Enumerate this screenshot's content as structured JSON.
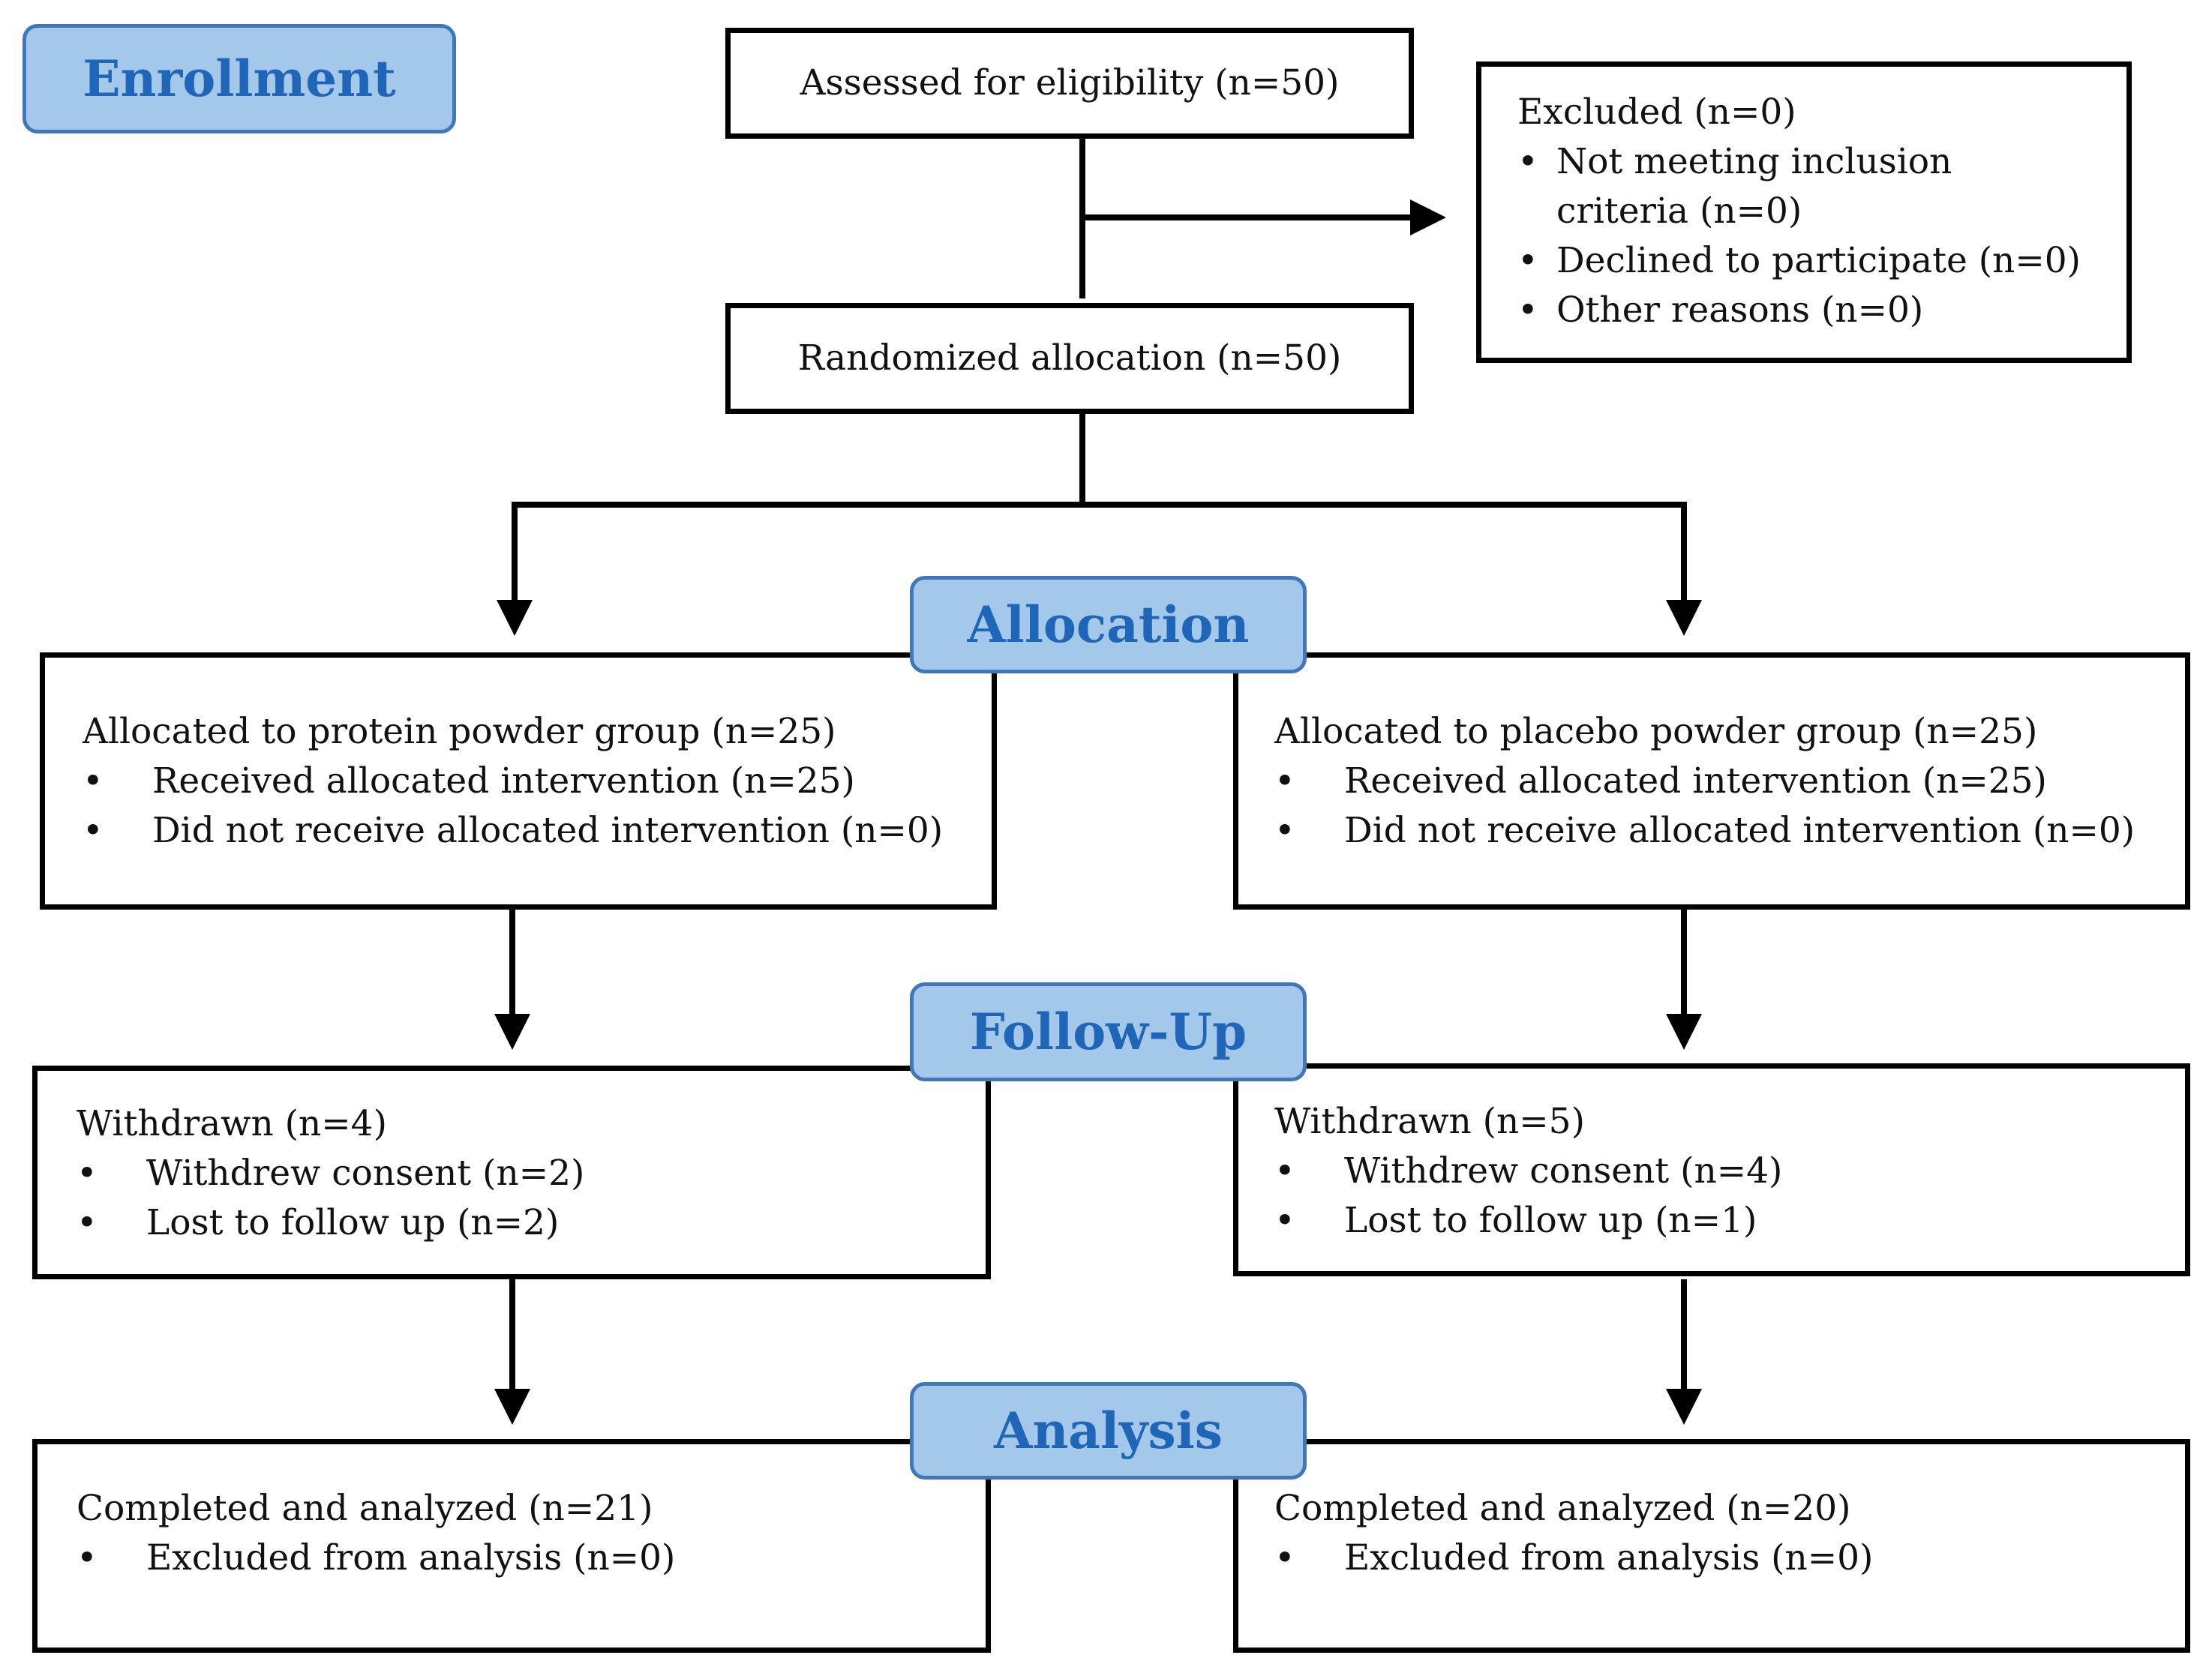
{
  "stages": {
    "enrollment": "Enrollment",
    "allocation": "Allocation",
    "follow_up": "Follow-Up",
    "analysis": "Analysis"
  },
  "assessed": "Assessed for eligibility (n=50)",
  "excluded": {
    "title": "Excluded (n=0)",
    "items": [
      "Not meeting inclusion",
      "criteria (n=0)",
      "Declined to participate (n=0)",
      "Other reasons (n=0)"
    ]
  },
  "randomized": "Randomized allocation (n=50)",
  "protein": {
    "allocated": "Allocated to protein powder group (n=25)",
    "received": "Received allocated intervention (n=25)",
    "not_received": "Did not receive allocated intervention (n=0)",
    "withdrawn": "Withdrawn (n=4)",
    "consent": "Withdrew consent (n=2)",
    "lost": "Lost to follow up (n=2)",
    "completed": "Completed and analyzed (n=21)",
    "excluded_analysis": "Excluded from analysis (n=0)"
  },
  "placebo": {
    "allocated": "Allocated to placebo powder group (n=25)",
    "received": "Received allocated intervention (n=25)",
    "not_received": "Did not receive allocated intervention (n=0)",
    "withdrawn": "Withdrawn (n=5)",
    "consent": "Withdrew consent (n=4)",
    "lost": "Lost to follow up (n=1)",
    "completed": "Completed and analyzed (n=20)",
    "excluded_analysis": "Excluded from analysis (n=0)"
  },
  "bullet": "•"
}
